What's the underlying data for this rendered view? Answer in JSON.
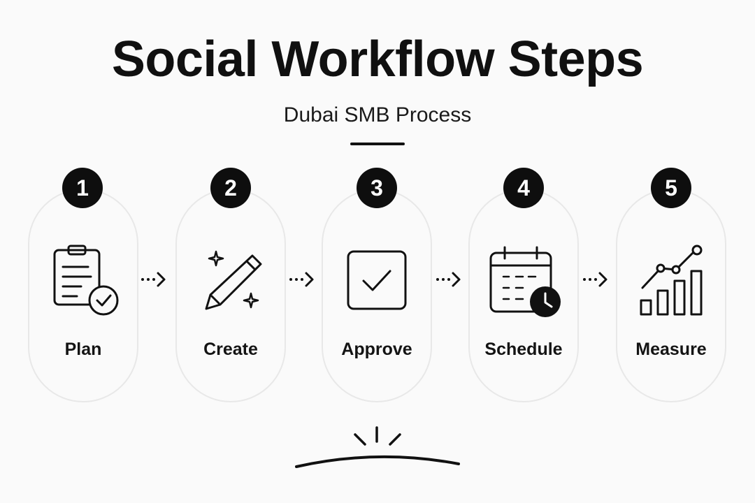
{
  "title": "Social Workflow Steps",
  "subtitle": "Dubai SMB Process",
  "steps": [
    {
      "number": "1",
      "label": "Plan",
      "icon": "clipboard-check-icon"
    },
    {
      "number": "2",
      "label": "Create",
      "icon": "pencil-sparkle-icon"
    },
    {
      "number": "3",
      "label": "Approve",
      "icon": "checkbox-icon"
    },
    {
      "number": "4",
      "label": "Schedule",
      "icon": "calendar-clock-icon"
    },
    {
      "number": "5",
      "label": "Measure",
      "icon": "bar-chart-trend-icon"
    }
  ],
  "connector": "dotted-arrow-icon",
  "decoration": "sunrise-arc-icon",
  "colors": {
    "background": "#fafafa",
    "ink": "#111111",
    "card_border": "#e8e8e8"
  }
}
